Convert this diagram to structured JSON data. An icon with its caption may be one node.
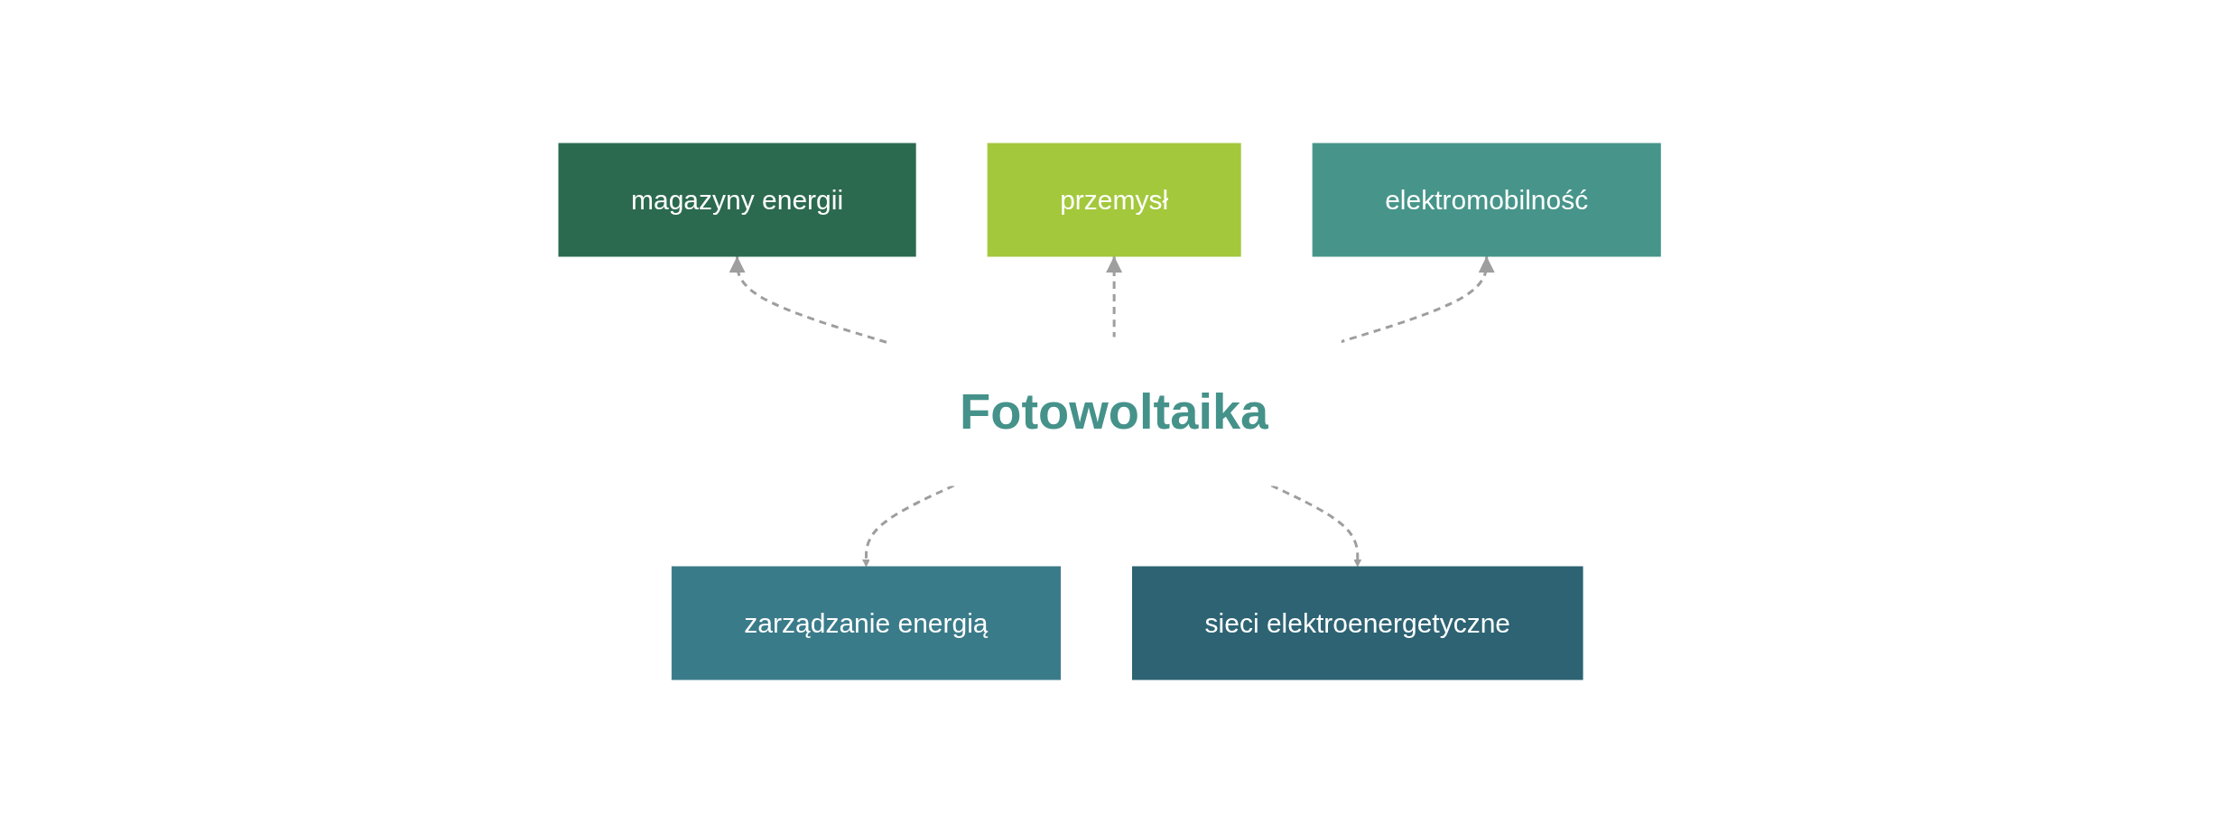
{
  "diagram": {
    "nodes": [
      {
        "text": [
          "magazyny energii"
        ]
      },
      {
        "text": [
          "przemysł"
        ]
      },
      {
        "text": [
          "elektromobilność"
        ]
      },
      {
        "text": [
          "Fotowoltaika"
        ]
      },
      {
        "text": [
          "zarządzanie energią"
        ]
      },
      {
        "text": [
          "sieci elektroenergetyczne"
        ]
      }
    ],
    "edges": [
      {
        "from": 3,
        "to": 0,
        "arrow": "to",
        "style": "dashed"
      },
      {
        "from": 3,
        "to": 1,
        "arrow": "to",
        "style": "dashed"
      },
      {
        "from": 3,
        "to": 2,
        "arrow": "to",
        "style": "dashed"
      },
      {
        "from": 3,
        "to": 4,
        "arrow": "to",
        "style": "dashed"
      },
      {
        "from": 3,
        "to": 5,
        "arrow": "to",
        "style": "dashed"
      }
    ]
  }
}
